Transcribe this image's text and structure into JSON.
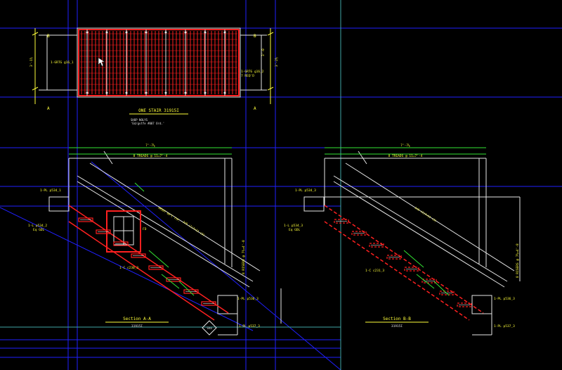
{
  "colors": {
    "background": "#000000",
    "grid_blue": "#2020ff",
    "grid_cyan": "#3fa6a6",
    "structure_white": "#e6e6e6",
    "highlight_red": "#ff2020",
    "annotation_yellow": "#ffff3a",
    "dimension_green": "#33e633",
    "title_yellow": "#ffff3a"
  },
  "plan": {
    "title": "ONE STAIR 31915I",
    "notes": [
      "SHOP NOLYS",
      "'Ed/gvtfe #007 Ord.'"
    ],
    "section_marks": {
      "top_left": "B",
      "bottom_left": "A",
      "top_right": "B",
      "bottom_right": "A"
    },
    "labels": {
      "left_callout": "1-GRTG g16_1",
      "right_callout_1": "1-GRTG g16_2",
      "right_callout_2": "7 REQ'D",
      "left_dim": "3'-1½",
      "right_dim": "3'-2½",
      "side_dim": "3'-0"
    }
  },
  "section_a": {
    "title": "Section A-A",
    "subtitle": "31915I",
    "top_dim": "7'-7¼",
    "treads_dim": "8 TREADS @ 11=7'-4",
    "rise_label": "8 RISERS @ 7½=4'-8",
    "labels": {
      "pl_top": "1-PL p534_1",
      "l_mid_1": "1-L p534_2",
      "l_mid_2": "Eq GDL",
      "channel": "1-C c230_3",
      "pl_right": "1-PL p536_3",
      "pl_bottom": "1-PL p537_3",
      "slope_note": "GROUT 64°C TYP.",
      "stringer_note": "3/8 (1)7=11 (3)",
      "detail_callout": "FD",
      "sect_mark": "Sha"
    }
  },
  "section_b": {
    "title": "Section B-B",
    "subtitle": "31915I",
    "top_dim": "7'-7¼",
    "treads_dim": "8 TREADS @ 11=7'-4",
    "rise_label": "8 RISERS @ 7½=4'-8",
    "labels": {
      "pl_top": "1-PL p534_3",
      "l_mid_1": "1-L p534_3",
      "l_mid_2": "Eq GDL",
      "channel": "1-C c231_3",
      "pl_right": "1-PL p536_3",
      "pl_bottom": "1-PL p537_3",
      "stringer_note": "3/8 (1)7=11 (3)"
    }
  }
}
